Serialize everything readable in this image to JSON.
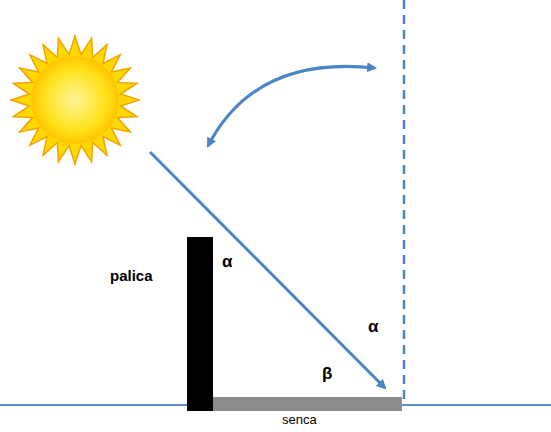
{
  "diagram": {
    "labels": [
      "palica",
      "α",
      "α",
      "β",
      "senca"
    ]
  }
}
